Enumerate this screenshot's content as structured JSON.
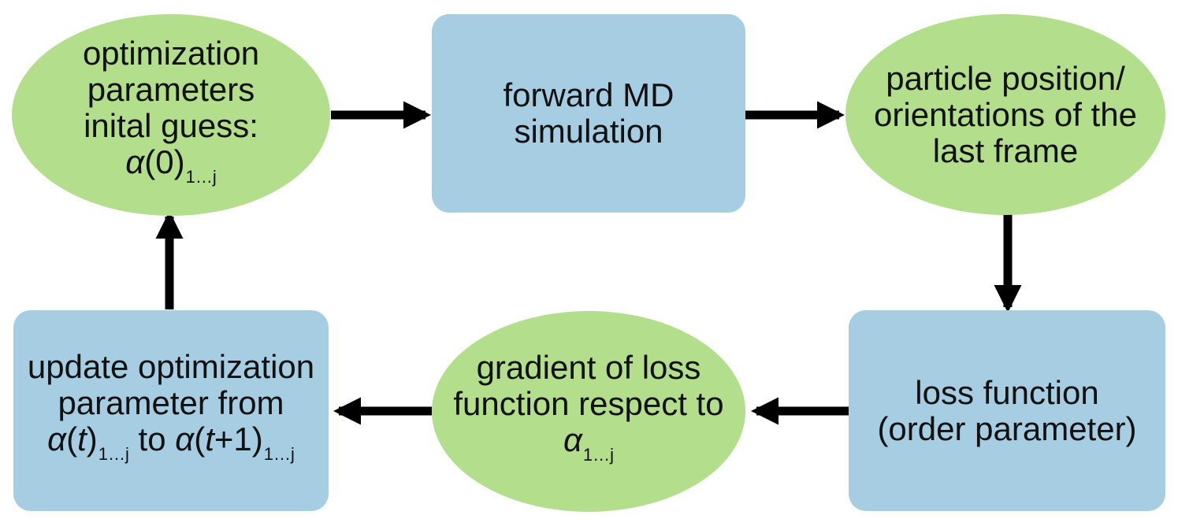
{
  "nodes": {
    "init_params": {
      "lines": [
        "optimization",
        "parameters",
        "inital guess:"
      ],
      "formula": {
        "symbol": "α",
        "arg": "(0)",
        "subscript": "1…j"
      }
    },
    "forward_md": {
      "lines": [
        "forward MD",
        "simulation"
      ]
    },
    "particle_pos": {
      "lines": [
        "particle position/",
        "orientations of the",
        "last frame"
      ]
    },
    "loss_function": {
      "lines": [
        "loss function",
        "(order parameter)"
      ]
    },
    "gradient": {
      "lines": [
        "gradient of loss",
        "function respect to"
      ],
      "formula": {
        "symbol": "α",
        "subscript": "1…j"
      }
    },
    "update_params": {
      "lines": [
        "update optimization",
        "parameter from"
      ],
      "formula": {
        "from_symbol": "α",
        "from_open": "(",
        "from_t": "t",
        "from_close": ")",
        "from_sub": "1…j",
        "connector": "to",
        "to_symbol": "α",
        "to_open": "(",
        "to_t": "t",
        "to_plus": "+1)",
        "to_sub": "1…j"
      }
    }
  },
  "colors": {
    "ellipse_fill": "#b3de8c",
    "rect_fill": "#a6cde1",
    "arrow": "#000000"
  }
}
